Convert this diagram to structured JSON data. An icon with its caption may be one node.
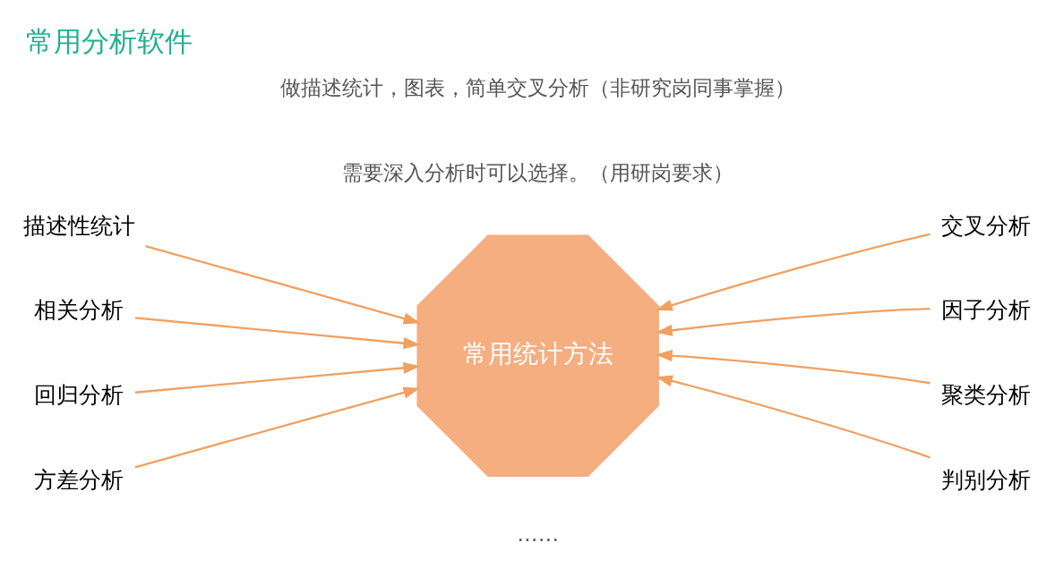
{
  "diagram": {
    "title": "常用分析软件",
    "nodes": [
      {
        "text": [
          "描述性统计"
        ]
      },
      {
        "text": [
          "交叉分析"
        ]
      },
      {
        "text": [
          "相关分析"
        ]
      },
      {
        "text": [
          "因子分析"
        ]
      },
      {
        "text": [
          "常用统计方法"
        ]
      },
      {
        "text": [
          "回归分析"
        ]
      },
      {
        "text": [
          "聚类分析"
        ]
      },
      {
        "text": [
          "方差分析"
        ]
      },
      {
        "text": [
          "判别分析"
        ]
      }
    ],
    "edges": [
      {
        "from": 0,
        "to": 4,
        "arrow": "to"
      },
      {
        "from": 1,
        "to": 4,
        "arrow": "to"
      },
      {
        "from": 2,
        "to": 4,
        "arrow": "to"
      },
      {
        "from": 3,
        "to": 4,
        "arrow": "to"
      },
      {
        "from": 5,
        "to": 4,
        "arrow": "to"
      },
      {
        "from": 6,
        "to": 4,
        "arrow": "to"
      },
      {
        "from": 7,
        "to": 4,
        "arrow": "to"
      },
      {
        "from": 8,
        "to": 4,
        "arrow": "to"
      }
    ],
    "labels": [
      "做描述统计，图表，简单交叉分析（非研究岗同事掌握）",
      "需要深入分析时可以选择。（用研岗要求）",
      "……"
    ]
  }
}
